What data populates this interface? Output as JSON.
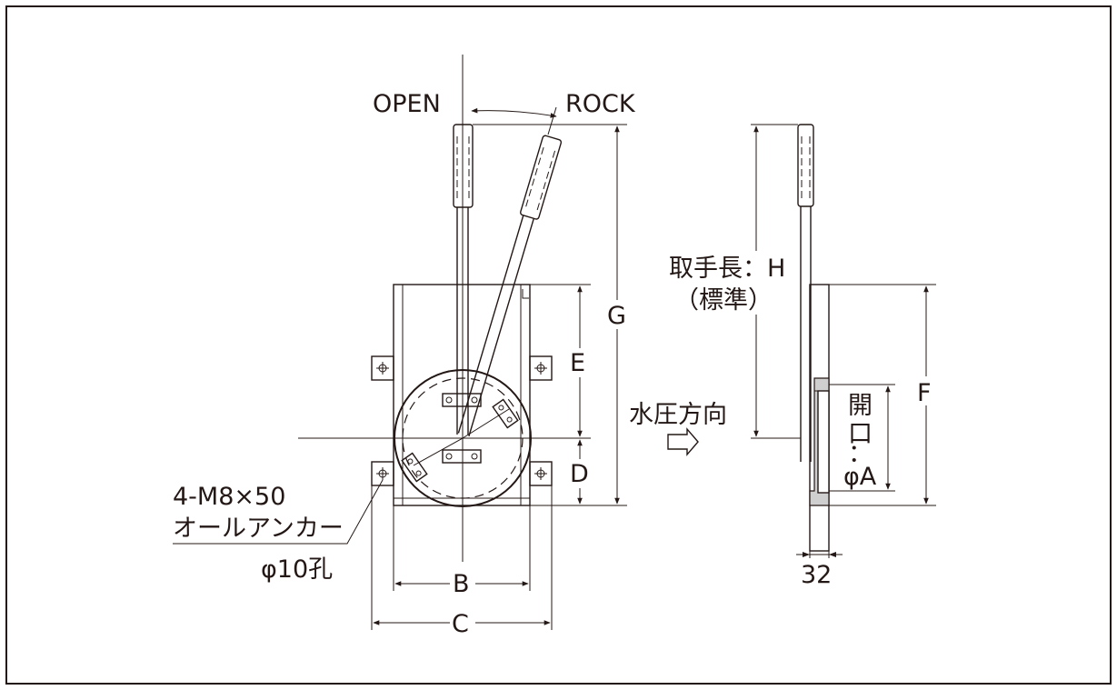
{
  "labels": {
    "open": "OPEN",
    "rock": "ROCK",
    "dim_g": "G",
    "dim_e": "E",
    "dim_d": "D",
    "dim_b": "B",
    "dim_c": "C",
    "dim_f": "F",
    "handle_length": "取手長：H",
    "standard": "（標準）",
    "water_pressure": "水圧方向",
    "opening_1": "開",
    "opening_2": "口",
    "opening_3": "：",
    "opening_4": "φA",
    "anchor_1": "4-M8×50",
    "anchor_2": "オールアンカー",
    "hole": "φ10孔",
    "thickness": "32"
  },
  "colors": {
    "line": "#231815",
    "fill": "#cfcfcf",
    "background": "#ffffff"
  }
}
